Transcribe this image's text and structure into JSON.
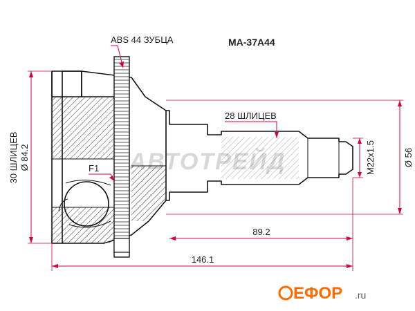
{
  "title": "MA-37A44",
  "labels": {
    "abs": "ABS 44 ЗУБЦА",
    "splines_outer": "28 ШЛИЦЕВ",
    "splines_inner": "30 ШЛИЦЕВ",
    "diam_outer": "Ø 84.2",
    "diam_shaft": "Ø 56",
    "thread": "M22x1.5",
    "len_shaft": "89.2",
    "len_total": "146.1",
    "part_f1": "F1"
  },
  "watermark": {
    "text": "АВТОТРЕЙД",
    "brand": "ЕФОР",
    "brand_domain": ".ru"
  },
  "colors": {
    "dimension": "#d9003a",
    "outline": "#111111",
    "watermark": "#d8d8d8"
  }
}
